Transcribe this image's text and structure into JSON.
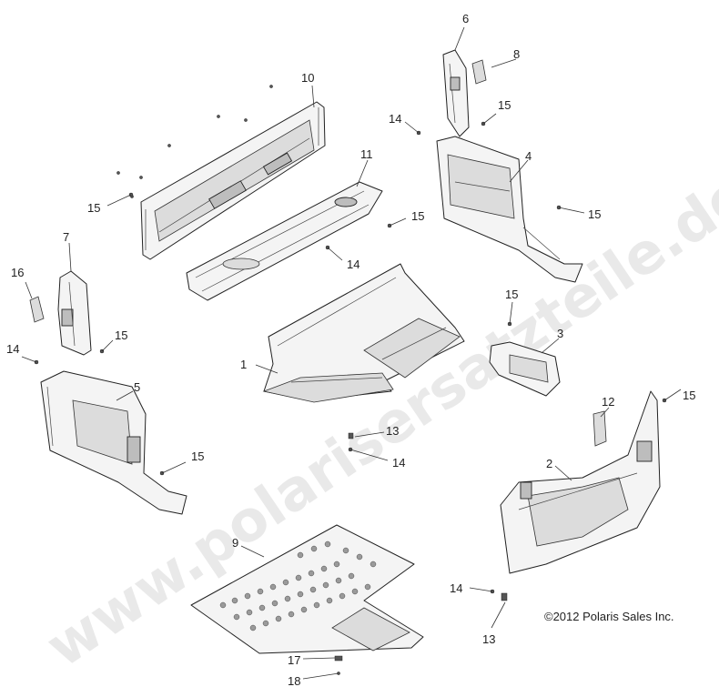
{
  "watermark": "www.polarisersatzteile.de",
  "copyright": "©2012 Polaris Sales Inc.",
  "callouts": [
    "1",
    "2",
    "3",
    "4",
    "5",
    "6",
    "7",
    "8",
    "9",
    "10",
    "11",
    "12",
    "13",
    "13",
    "14",
    "14",
    "14",
    "14",
    "14",
    "15",
    "15",
    "15",
    "15",
    "15",
    "15",
    "15",
    "16",
    "17",
    "18"
  ]
}
